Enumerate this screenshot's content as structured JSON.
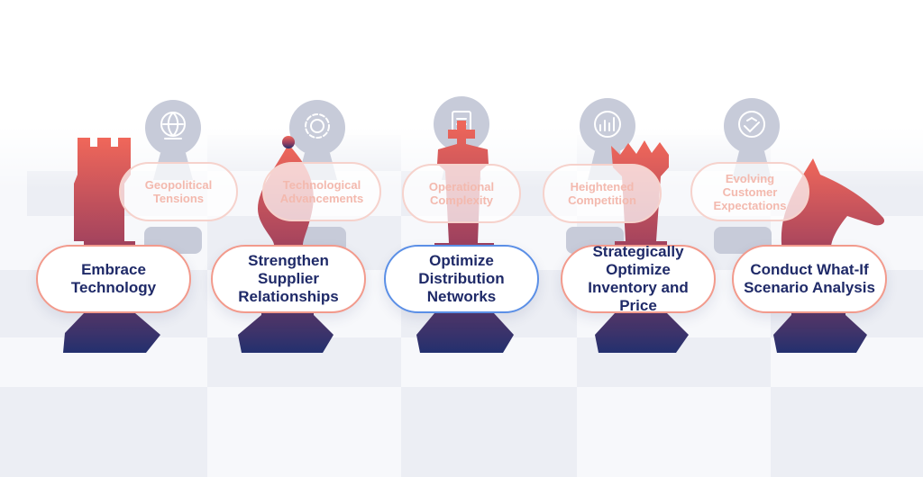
{
  "background_pieces": [
    {
      "label": "Geopolitical Tensions",
      "icon": "globe-icon"
    },
    {
      "label": "Technological Advancements",
      "icon": "gear-icon"
    },
    {
      "label": "Operational Complexity",
      "icon": "document-icon"
    },
    {
      "label": "Heightened Competition",
      "icon": "chart-icon"
    },
    {
      "label": "Evolving Customer Expectations",
      "icon": "handshake-icon"
    }
  ],
  "strategies": [
    {
      "label": "Embrace Technology",
      "piece": "rook"
    },
    {
      "label": "Strengthen Supplier Relationships",
      "piece": "bishop"
    },
    {
      "label": "Optimize Distribution Networks",
      "piece": "king"
    },
    {
      "label": "Strategically Optimize Inventory and Price",
      "piece": "queen"
    },
    {
      "label": "Conduct What-If Scenario Analysis",
      "piece": "knight"
    }
  ],
  "colors": {
    "piece_top": "#f0675a",
    "piece_bottom": "#23306e",
    "pill_border": "#f29a8c",
    "pill_active_border": "#5b8fe6",
    "text_dark": "#1f2a68",
    "back_piece": "#c7cbd9"
  }
}
